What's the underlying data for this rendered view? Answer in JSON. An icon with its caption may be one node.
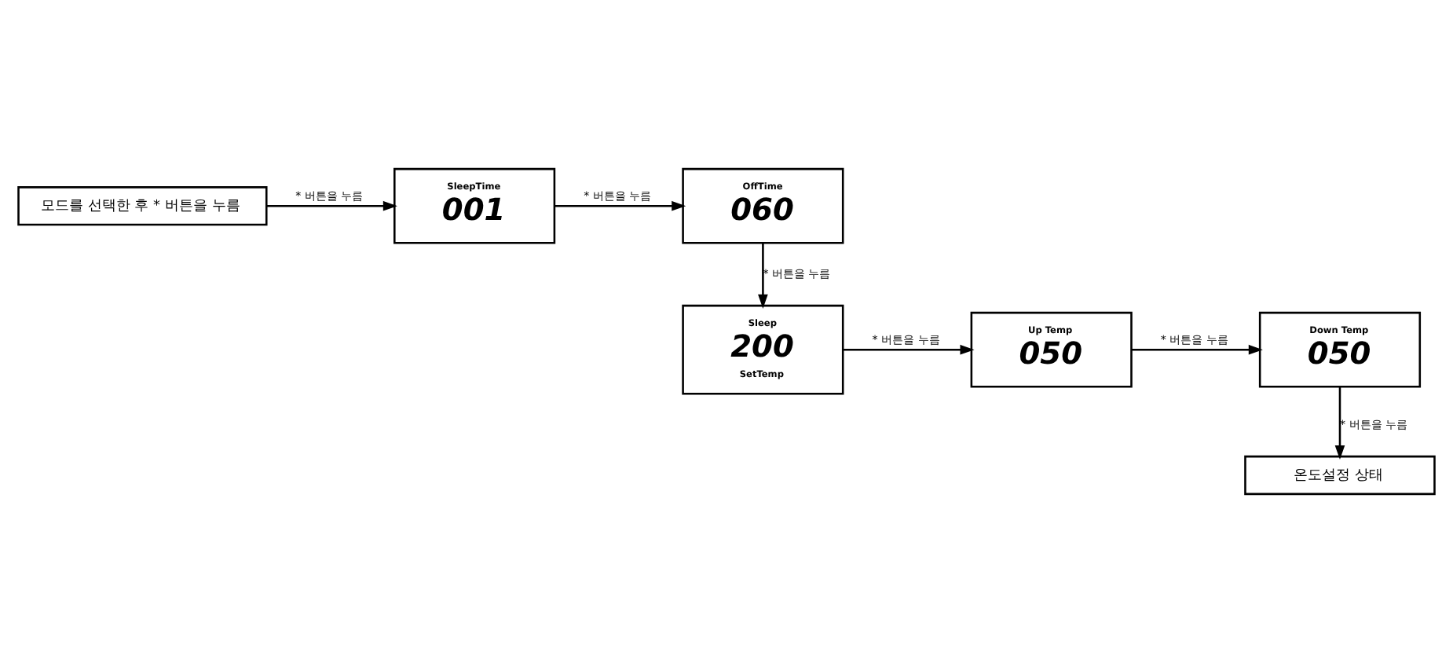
{
  "diagram": {
    "nodes": [
      {
        "text": [
          "모드를 선택한 후 * 버튼을 누름"
        ]
      },
      {
        "text": [
          "SleepTime",
          "001"
        ]
      },
      {
        "text": [
          "OffTime",
          "060"
        ]
      },
      {
        "text": [
          "Sleep",
          "200",
          "SetTemp"
        ]
      },
      {
        "text": [
          "Up Temp",
          "050"
        ]
      },
      {
        "text": [
          "Down Temp",
          "050"
        ]
      },
      {
        "text": [
          "온도설정 상태"
        ]
      }
    ],
    "edges": [
      {
        "from": 0,
        "to": 1,
        "arrow": "to",
        "label": "* 버튼을 누름"
      },
      {
        "from": 1,
        "to": 2,
        "arrow": "to",
        "label": "* 버튼을 누름"
      },
      {
        "from": 2,
        "to": 3,
        "arrow": "to",
        "label": "* 버튼을 누름"
      },
      {
        "from": 3,
        "to": 4,
        "arrow": "to",
        "label": "* 버튼을 누름"
      },
      {
        "from": 4,
        "to": 5,
        "arrow": "to",
        "label": "* 버튼을 누름"
      },
      {
        "from": 5,
        "to": 6,
        "arrow": "to",
        "label": "* 버튼을 누름"
      }
    ]
  }
}
